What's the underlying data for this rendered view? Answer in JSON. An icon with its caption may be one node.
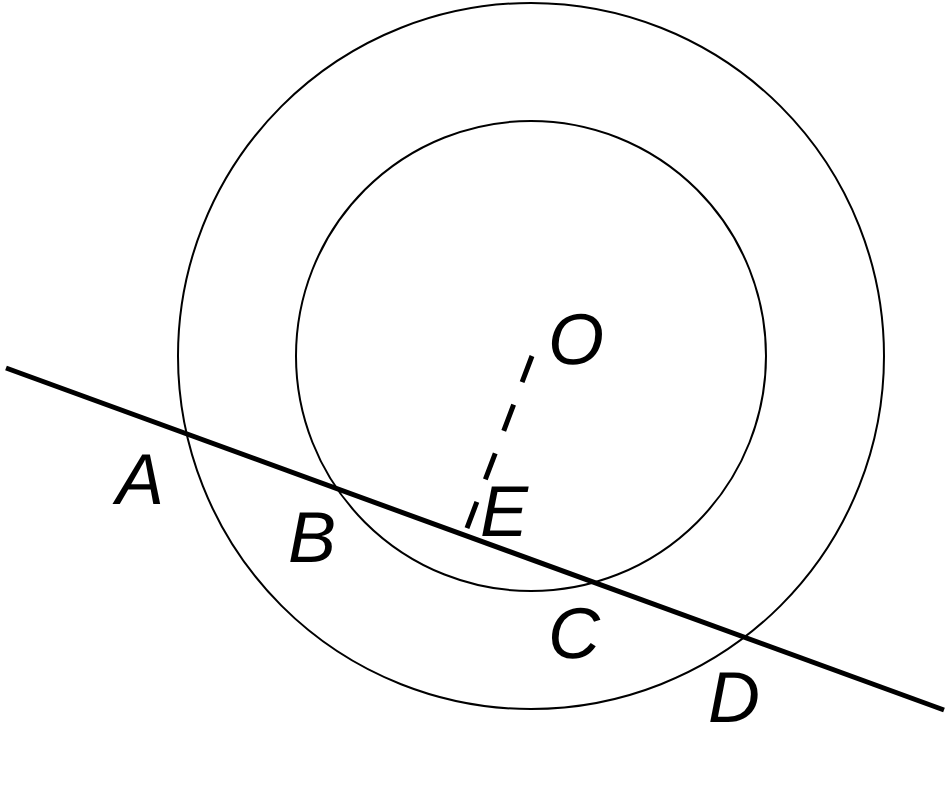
{
  "diagram": {
    "labels": [
      "O",
      "A",
      "E",
      "B",
      "C",
      "D"
    ]
  }
}
